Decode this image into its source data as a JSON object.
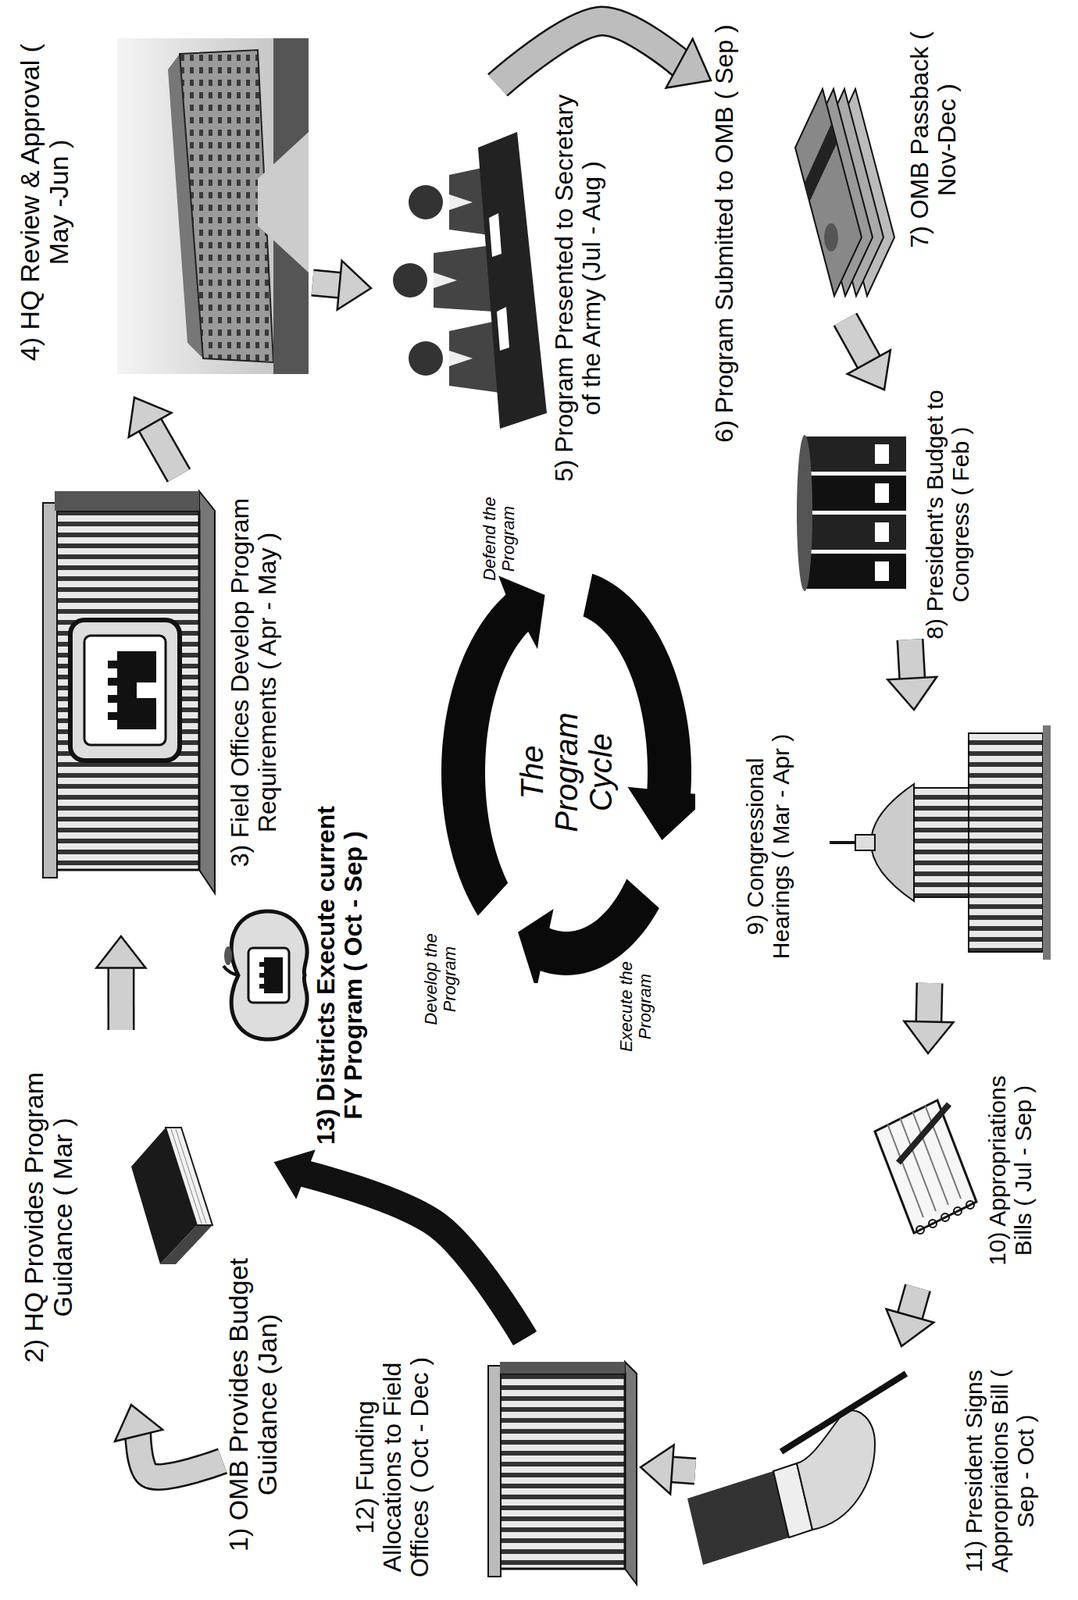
{
  "diagram": {
    "nodes": [
      {
        "text": [
          "1) OMB Provides Budget Guidance (Jan)"
        ]
      },
      {
        "text": [
          "2) HQ Provides Program Guidance ( Mar )"
        ]
      },
      {
        "text": [
          "3) Field Offices Develop Program Requirements ( Apr - May )"
        ]
      },
      {
        "text": [
          "4) HQ Review & Approval ( May -Jun )"
        ]
      },
      {
        "text": [
          "5) Program Presented to Secretary of the Army (Jul - Aug )"
        ]
      },
      {
        "text": [
          "6) Program Submitted to OMB ( Sep )"
        ]
      },
      {
        "text": [
          "7) OMB Passback ( Nov-Dec )"
        ]
      },
      {
        "text": [
          "8) President's Budget to Congress ( Feb )"
        ]
      },
      {
        "text": [
          "9) Congressional Hearings ( Mar - Apr )"
        ]
      },
      {
        "text": [
          "10) Appropriations Bills ( Jul - Sep )"
        ]
      },
      {
        "text": [
          "11) President Signs Appropriations Bill ( Sep - Oct )"
        ]
      },
      {
        "text": [
          "12) Funding Allocations to Field Offices ( Oct - Dec )"
        ]
      },
      {
        "text": [
          "13) Districts Execute current FY Program ( Oct - Sep )"
        ]
      },
      {
        "text": [
          "The Program Cycle"
        ]
      }
    ],
    "edges": [
      {
        "from": 0,
        "to": 1,
        "arrow": "to"
      },
      {
        "from": 1,
        "to": 2,
        "arrow": "to"
      },
      {
        "from": 2,
        "to": 3,
        "arrow": "to"
      },
      {
        "from": 3,
        "to": 4,
        "arrow": "to"
      },
      {
        "from": 4,
        "to": 5,
        "arrow": "to"
      },
      {
        "from": 6,
        "to": 7,
        "arrow": "to"
      },
      {
        "from": 7,
        "to": 8,
        "arrow": "to"
      },
      {
        "from": 8,
        "to": 9,
        "arrow": "to"
      },
      {
        "from": 9,
        "to": 10,
        "arrow": "to"
      },
      {
        "from": 10,
        "to": 11,
        "arrow": "to"
      },
      {
        "from": 11,
        "to": 12,
        "arrow": "to"
      }
    ],
    "labels": [
      "Develop the Program",
      "Defend the Program",
      "Execute the Program"
    ]
  }
}
